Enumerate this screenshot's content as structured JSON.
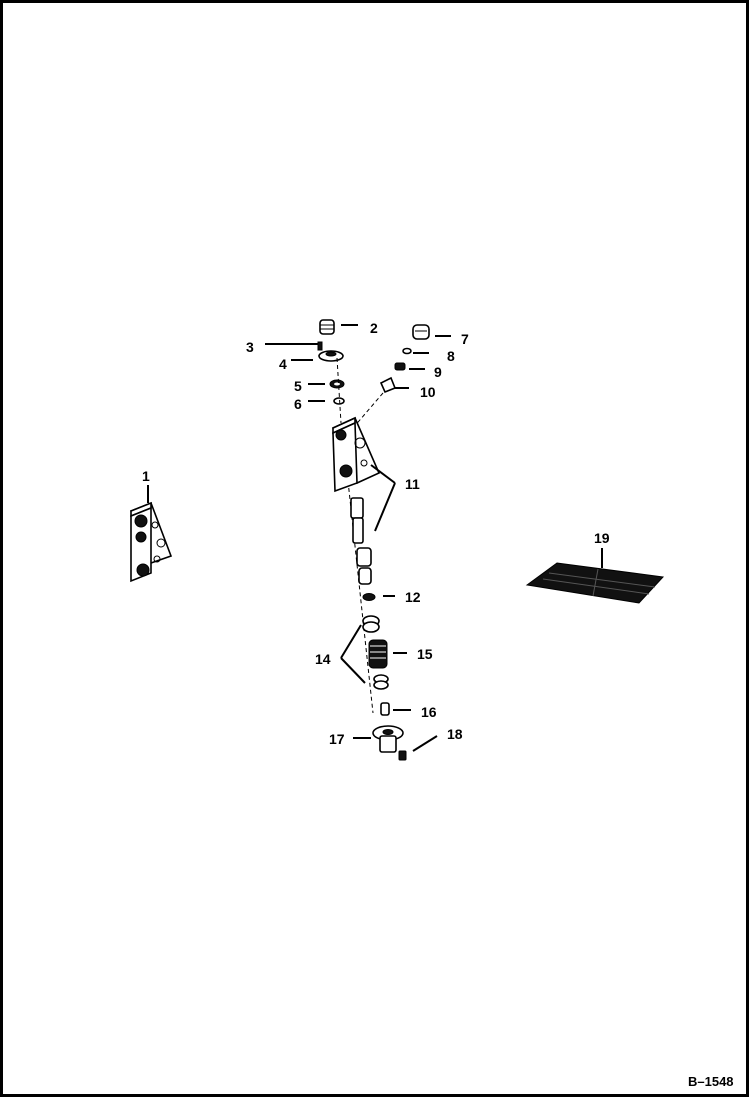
{
  "figure": {
    "document_id": "B–1548",
    "callouts": [
      {
        "id": "c1",
        "label": "1"
      },
      {
        "id": "c2",
        "label": "2"
      },
      {
        "id": "c3",
        "label": "3"
      },
      {
        "id": "c4",
        "label": "4"
      },
      {
        "id": "c5",
        "label": "5"
      },
      {
        "id": "c6",
        "label": "6"
      },
      {
        "id": "c7",
        "label": "7"
      },
      {
        "id": "c8",
        "label": "8"
      },
      {
        "id": "c9",
        "label": "9"
      },
      {
        "id": "c10",
        "label": "10"
      },
      {
        "id": "c11",
        "label": "11"
      },
      {
        "id": "c12",
        "label": "12"
      },
      {
        "id": "c14",
        "label": "14"
      },
      {
        "id": "c15",
        "label": "15"
      },
      {
        "id": "c16",
        "label": "16"
      },
      {
        "id": "c17",
        "label": "17"
      },
      {
        "id": "c18",
        "label": "18"
      },
      {
        "id": "c19",
        "label": "19"
      }
    ]
  }
}
